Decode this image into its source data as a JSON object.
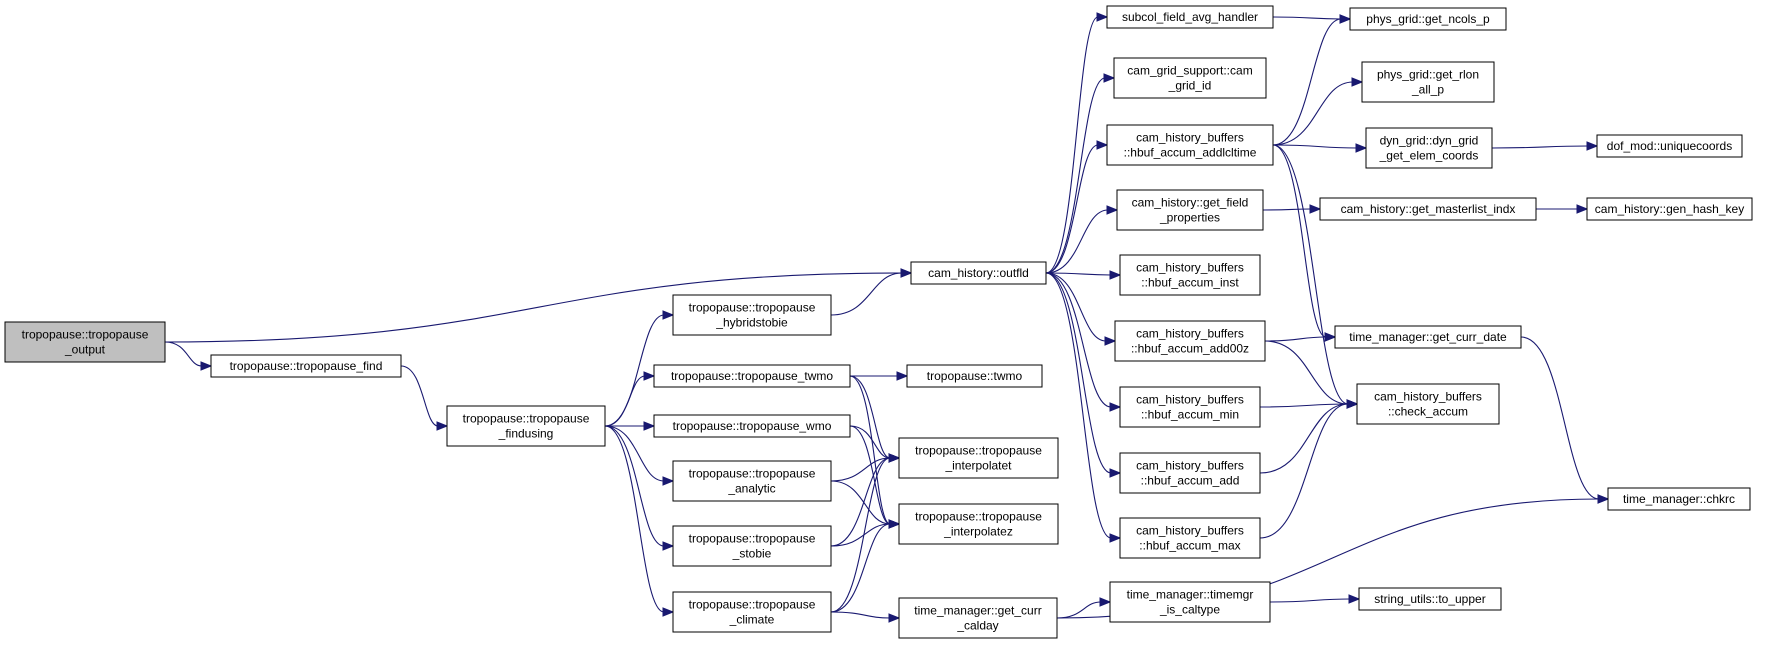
{
  "colors": {
    "edge": "#191970",
    "root_fill": "#bfbfbf",
    "node_fill": "#ffffff",
    "node_border": "#000000"
  },
  "nodes": [
    {
      "id": "tropopause_output",
      "lines": [
        "tropopause::tropopause",
        "_output"
      ],
      "root": true
    },
    {
      "id": "tropopause_find",
      "lines": [
        "tropopause::tropopause_find"
      ]
    },
    {
      "id": "cam_history_outfld",
      "lines": [
        "cam_history::outfld"
      ]
    },
    {
      "id": "tropopause_findusing",
      "lines": [
        "tropopause::tropopause",
        "_findusing"
      ]
    },
    {
      "id": "tropopause_hybridstobie",
      "lines": [
        "tropopause::tropopause",
        "_hybridstobie"
      ]
    },
    {
      "id": "tropopause_twmo",
      "lines": [
        "tropopause::tropopause_twmo"
      ]
    },
    {
      "id": "tropopause_wmo",
      "lines": [
        "tropopause::tropopause_wmo"
      ]
    },
    {
      "id": "tropopause_analytic",
      "lines": [
        "tropopause::tropopause",
        "_analytic"
      ]
    },
    {
      "id": "tropopause_stobie",
      "lines": [
        "tropopause::tropopause",
        "_stobie"
      ]
    },
    {
      "id": "tropopause_climate",
      "lines": [
        "tropopause::tropopause",
        "_climate"
      ]
    },
    {
      "id": "twmo",
      "lines": [
        "tropopause::twmo"
      ]
    },
    {
      "id": "interpolatet",
      "lines": [
        "tropopause::tropopause",
        "_interpolatet"
      ]
    },
    {
      "id": "interpolatez",
      "lines": [
        "tropopause::tropopause",
        "_interpolatez"
      ]
    },
    {
      "id": "get_curr_calday",
      "lines": [
        "time_manager::get_curr",
        "_calday"
      ]
    },
    {
      "id": "subcol_field_avg_handler",
      "lines": [
        "subcol_field_avg_handler"
      ]
    },
    {
      "id": "cam_grid_id",
      "lines": [
        "cam_grid_support::cam",
        "_grid_id"
      ]
    },
    {
      "id": "hbuf_accum_addlcltime",
      "lines": [
        "cam_history_buffers",
        "::hbuf_accum_addlcltime"
      ]
    },
    {
      "id": "get_field_properties",
      "lines": [
        "cam_history::get_field",
        "_properties"
      ]
    },
    {
      "id": "hbuf_accum_inst",
      "lines": [
        "cam_history_buffers",
        "::hbuf_accum_inst"
      ]
    },
    {
      "id": "hbuf_accum_add00z",
      "lines": [
        "cam_history_buffers",
        "::hbuf_accum_add00z"
      ]
    },
    {
      "id": "hbuf_accum_min",
      "lines": [
        "cam_history_buffers",
        "::hbuf_accum_min"
      ]
    },
    {
      "id": "hbuf_accum_add",
      "lines": [
        "cam_history_buffers",
        "::hbuf_accum_add"
      ]
    },
    {
      "id": "hbuf_accum_max",
      "lines": [
        "cam_history_buffers",
        "::hbuf_accum_max"
      ]
    },
    {
      "id": "timemgr_is_caltype",
      "lines": [
        "time_manager::timemgr",
        "_is_caltype"
      ]
    },
    {
      "id": "get_ncols_p",
      "lines": [
        "phys_grid::get_ncols_p"
      ]
    },
    {
      "id": "get_rlon_all_p",
      "lines": [
        "phys_grid::get_rlon",
        "_all_p"
      ]
    },
    {
      "id": "dyn_grid_get_elem_coords",
      "lines": [
        "dyn_grid::dyn_grid",
        "_get_elem_coords"
      ]
    },
    {
      "id": "get_masterlist_indx",
      "lines": [
        "cam_history::get_masterlist_indx"
      ]
    },
    {
      "id": "get_curr_date",
      "lines": [
        "time_manager::get_curr_date"
      ]
    },
    {
      "id": "check_accum",
      "lines": [
        "cam_history_buffers",
        "::check_accum"
      ]
    },
    {
      "id": "to_upper",
      "lines": [
        "string_utils::to_upper"
      ]
    },
    {
      "id": "uniquecoords",
      "lines": [
        "dof_mod::uniquecoords"
      ]
    },
    {
      "id": "gen_hash_key",
      "lines": [
        "cam_history::gen_hash_key"
      ]
    },
    {
      "id": "chkrc",
      "lines": [
        "time_manager::chkrc"
      ]
    }
  ],
  "edges": [
    [
      "tropopause_output",
      "cam_history_outfld"
    ],
    [
      "tropopause_output",
      "tropopause_find"
    ],
    [
      "tropopause_find",
      "tropopause_findusing"
    ],
    [
      "tropopause_findusing",
      "tropopause_hybridstobie"
    ],
    [
      "tropopause_findusing",
      "tropopause_twmo"
    ],
    [
      "tropopause_findusing",
      "tropopause_wmo"
    ],
    [
      "tropopause_findusing",
      "tropopause_analytic"
    ],
    [
      "tropopause_findusing",
      "tropopause_stobie"
    ],
    [
      "tropopause_findusing",
      "tropopause_climate"
    ],
    [
      "tropopause_hybridstobie",
      "cam_history_outfld"
    ],
    [
      "tropopause_twmo",
      "twmo"
    ],
    [
      "tropopause_twmo",
      "interpolatet"
    ],
    [
      "tropopause_twmo",
      "interpolatez"
    ],
    [
      "tropopause_wmo",
      "interpolatet"
    ],
    [
      "tropopause_wmo",
      "interpolatez"
    ],
    [
      "tropopause_analytic",
      "interpolatet"
    ],
    [
      "tropopause_analytic",
      "interpolatez"
    ],
    [
      "tropopause_stobie",
      "interpolatet"
    ],
    [
      "tropopause_stobie",
      "interpolatez"
    ],
    [
      "tropopause_climate",
      "interpolatet"
    ],
    [
      "tropopause_climate",
      "interpolatez"
    ],
    [
      "tropopause_climate",
      "get_curr_calday"
    ],
    [
      "cam_history_outfld",
      "subcol_field_avg_handler"
    ],
    [
      "cam_history_outfld",
      "cam_grid_id"
    ],
    [
      "cam_history_outfld",
      "hbuf_accum_addlcltime"
    ],
    [
      "cam_history_outfld",
      "get_field_properties"
    ],
    [
      "cam_history_outfld",
      "hbuf_accum_inst"
    ],
    [
      "cam_history_outfld",
      "hbuf_accum_add00z"
    ],
    [
      "cam_history_outfld",
      "hbuf_accum_min"
    ],
    [
      "cam_history_outfld",
      "hbuf_accum_add"
    ],
    [
      "cam_history_outfld",
      "hbuf_accum_max"
    ],
    [
      "subcol_field_avg_handler",
      "get_ncols_p"
    ],
    [
      "hbuf_accum_addlcltime",
      "get_ncols_p"
    ],
    [
      "hbuf_accum_addlcltime",
      "get_rlon_all_p"
    ],
    [
      "hbuf_accum_addlcltime",
      "dyn_grid_get_elem_coords"
    ],
    [
      "hbuf_accum_addlcltime",
      "get_curr_date"
    ],
    [
      "hbuf_accum_addlcltime",
      "check_accum"
    ],
    [
      "dyn_grid_get_elem_coords",
      "uniquecoords"
    ],
    [
      "get_field_properties",
      "get_masterlist_indx"
    ],
    [
      "get_masterlist_indx",
      "gen_hash_key"
    ],
    [
      "hbuf_accum_add00z",
      "get_curr_date"
    ],
    [
      "hbuf_accum_add00z",
      "check_accum"
    ],
    [
      "hbuf_accum_min",
      "check_accum"
    ],
    [
      "hbuf_accum_add",
      "check_accum"
    ],
    [
      "hbuf_accum_max",
      "check_accum"
    ],
    [
      "get_curr_date",
      "chkrc"
    ],
    [
      "get_curr_calday",
      "timemgr_is_caltype"
    ],
    [
      "get_curr_calday",
      "chkrc"
    ],
    [
      "timemgr_is_caltype",
      "to_upper"
    ]
  ]
}
